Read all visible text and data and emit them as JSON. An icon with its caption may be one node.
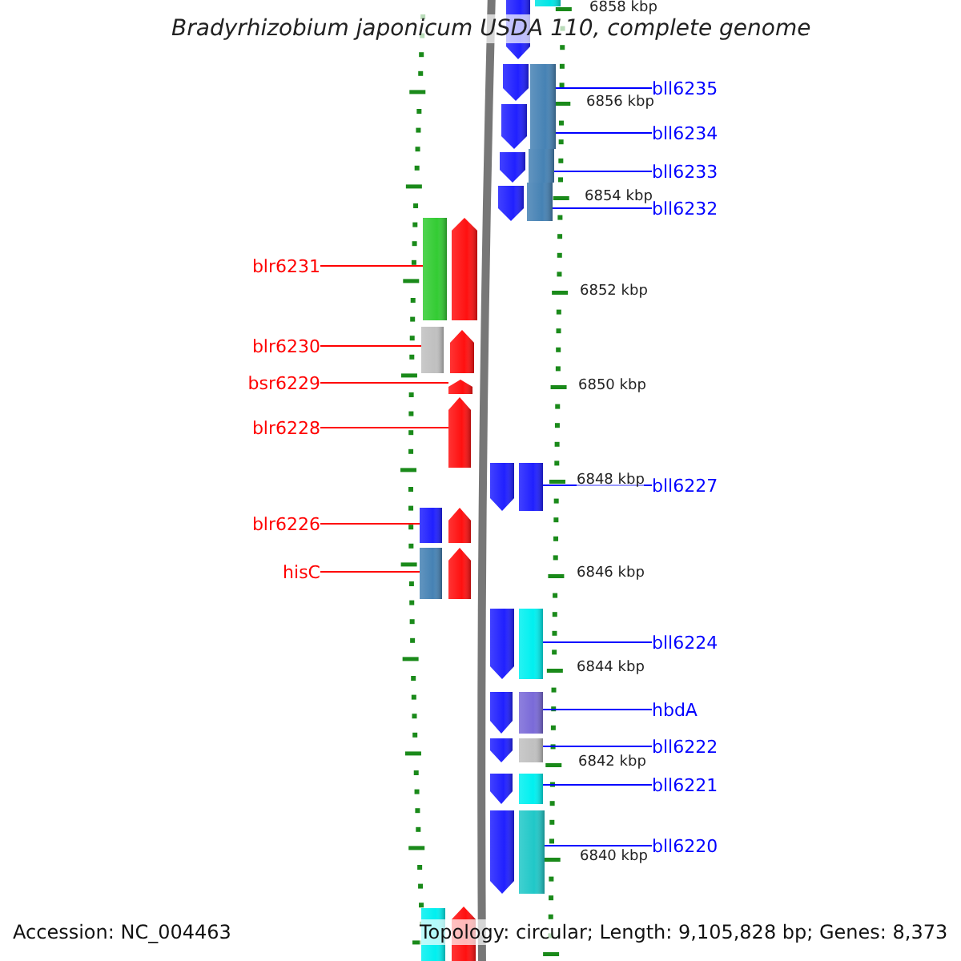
{
  "diagram": {
    "title": "Bradyrhizobium japonicum USDA 110, complete genome",
    "nodes": [
      {
        "text": [
          "blr6231"
        ]
      },
      {
        "text": [
          "blr6230"
        ]
      },
      {
        "text": [
          "bsr6229"
        ]
      },
      {
        "text": [
          "blr6228"
        ]
      },
      {
        "text": [
          "blr6226"
        ]
      },
      {
        "text": [
          "hisC"
        ]
      },
      {
        "text": [
          "bll6235"
        ]
      },
      {
        "text": [
          "bll6234"
        ]
      },
      {
        "text": [
          "bll6233"
        ]
      },
      {
        "text": [
          "bll6232"
        ]
      },
      {
        "text": [
          "bll6227"
        ]
      },
      {
        "text": [
          "bll6224"
        ]
      },
      {
        "text": [
          "hbdA"
        ]
      },
      {
        "text": [
          "bll6222"
        ]
      },
      {
        "text": [
          "bll6221"
        ]
      },
      {
        "text": [
          "bll6220"
        ]
      },
      {
        "text": [],
        "shape": "pentagon"
      },
      {
        "text": [],
        "shape": "pentagon"
      },
      {
        "text": [],
        "shape": "pentagon"
      },
      {
        "text": [],
        "shape": "pentagon"
      },
      {
        "text": [],
        "shape": "pentagon"
      },
      {
        "text": [],
        "shape": "bar"
      },
      {
        "text": [],
        "shape": "bar"
      },
      {
        "text": [],
        "shape": "bar"
      },
      {
        "text": [],
        "shape": "bar"
      },
      {
        "text": [],
        "shape": "bar"
      },
      {
        "text": [],
        "shape": "pentagon"
      },
      {
        "text": [],
        "shape": "bar"
      },
      {
        "text": [],
        "shape": "pentagon"
      },
      {
        "text": [],
        "shape": "pentagon"
      },
      {
        "text": [],
        "shape": "pentagon"
      },
      {
        "text": [],
        "shape": "pentagon"
      },
      {
        "text": [],
        "shape": "pentagon"
      },
      {
        "text": [],
        "shape": "bar"
      },
      {
        "text": [],
        "shape": "bar"
      },
      {
        "text": [],
        "shape": "bar"
      },
      {
        "text": [],
        "shape": "bar"
      },
      {
        "text": [],
        "shape": "bar"
      },
      {
        "text": [],
        "shape": "bar"
      },
      {
        "text": [],
        "shape": "bar"
      },
      {
        "text": [],
        "shape": "bar"
      },
      {
        "text": [],
        "shape": "bar"
      },
      {
        "text": [],
        "shape": "bar"
      },
      {
        "text": [],
        "shape": "pentagon"
      },
      {
        "text": [],
        "shape": "pentagon"
      },
      {
        "text": [],
        "shape": "pentagon"
      },
      {
        "text": [],
        "shape": "pentagon"
      },
      {
        "text": [],
        "shape": "pentagon"
      },
      {
        "text": [],
        "shape": "pentagon"
      },
      {
        "text": [],
        "shape": "pentagon"
      }
    ],
    "edges": [
      {
        "from": 0,
        "to": 38,
        "arrow": "none",
        "color": "#ff0000"
      },
      {
        "from": 1,
        "to": 39,
        "arrow": "none",
        "color": "#ff0000"
      },
      {
        "from": 2,
        "to": 45,
        "arrow": "none",
        "color": "#ff0000"
      },
      {
        "from": 3,
        "to": 46,
        "arrow": "none",
        "color": "#ff0000"
      },
      {
        "from": 4,
        "to": 40,
        "arrow": "none",
        "color": "#ff0000"
      },
      {
        "from": 5,
        "to": 41,
        "arrow": "none",
        "color": "#ff0000"
      },
      {
        "from": 6,
        "to": 22,
        "arrow": "none"
      },
      {
        "from": 7,
        "to": 23,
        "arrow": "none"
      },
      {
        "from": 8,
        "to": 24,
        "arrow": "none"
      },
      {
        "from": 9,
        "to": 25,
        "arrow": "none"
      },
      {
        "from": 10,
        "to": 27,
        "arrow": "none"
      },
      {
        "from": 11,
        "to": 33,
        "arrow": "none"
      },
      {
        "from": 12,
        "to": 34,
        "arrow": "none"
      },
      {
        "from": 13,
        "to": 35,
        "arrow": "none"
      },
      {
        "from": 14,
        "to": 36,
        "arrow": "none"
      },
      {
        "from": 15,
        "to": 37,
        "arrow": "none"
      }
    ],
    "labels": [
      "6858 kbp",
      "6856 kbp",
      "6854 kbp",
      "6852 kbp",
      "6850 kbp",
      "6848 kbp",
      "6846 kbp",
      "6844 kbp",
      "6842 kbp",
      "6840 kbp",
      "Accession: NC_004463",
      "Topology: circular; Length: 9,105,828 bp; Genes: 8,373"
    ]
  }
}
